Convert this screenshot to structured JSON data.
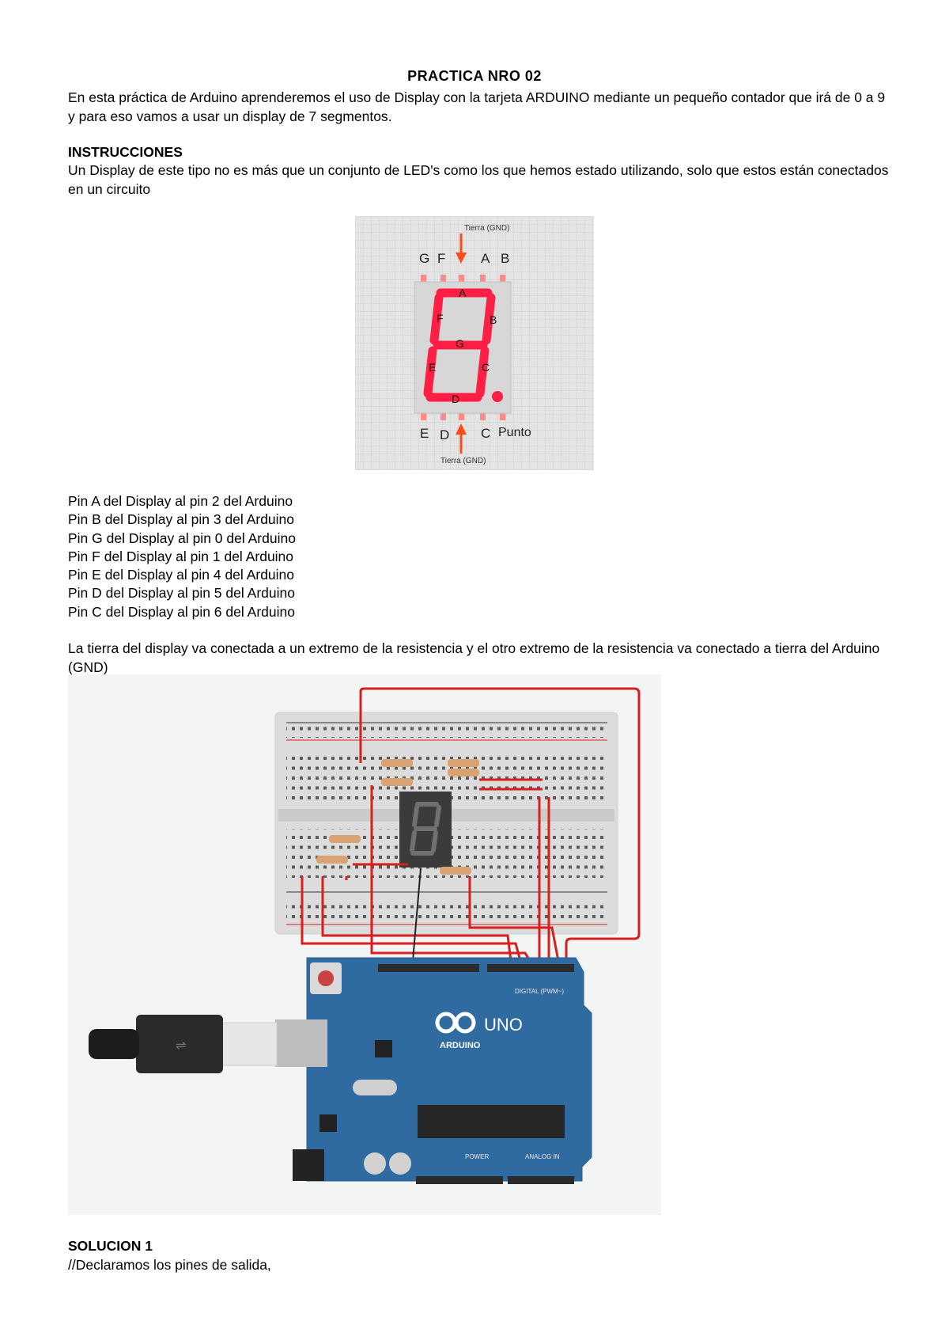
{
  "document": {
    "title": "PRACTICA NRO 02",
    "intro": "En esta práctica de Arduino aprenderemos el uso de Display con la tarjeta ARDUINO mediante un pequeño contador que irá de 0 a 9 y para eso vamos a usar un display de 7 segmentos.",
    "instructions_heading": "INSTRUCCIONES",
    "instructions_text": "Un Display de este tipo no es más que un conjunto de LED's como los que hemos estado utilizando, solo que estos están conectados en un circuito",
    "pin_mappings": [
      "Pin A del Display al pin 2 del Arduino",
      "Pin B del Display al pin 3 del Arduino",
      "Pin G del Display al pin 0 del Arduino",
      "Pin F del Display al pin 1 del Arduino",
      "Pin E del Display al pin 4 del Arduino",
      "Pin D del Display al pin 5 del Arduino",
      "Pin C del Display al pin 6 del Arduino"
    ],
    "ground_text": "La tierra del display va conectada a un extremo de la resistencia y el otro extremo de la resistencia va conectado a tierra del Arduino (GND)",
    "solution_heading": "SOLUCION 1",
    "solution_comment": "//Declaramos los pines de salida,"
  },
  "figure_display": {
    "top_label": "Tierra (GND)",
    "bottom_label": "Tierra (GND)",
    "top_pins": [
      "G",
      "F",
      "A",
      "B"
    ],
    "bottom_pins": [
      "E",
      "D",
      "C",
      "Punto"
    ],
    "segment_labels": [
      "A",
      "B",
      "C",
      "D",
      "E",
      "F",
      "G"
    ],
    "segment_color": "#ff1f45"
  },
  "figure_circuit": {
    "board_name": "UNO",
    "board_brand": "ARDUINO",
    "digital_label": "DIGITAL (PWM~)",
    "power_label": "POWER",
    "analog_label": "ANALOG IN",
    "board_color": "#2f6aa0",
    "wire_color": "#d61f1f"
  }
}
